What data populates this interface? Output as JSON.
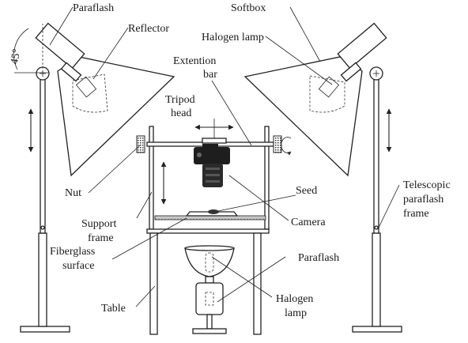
{
  "labels": {
    "paraflash_top_left": "Paraflash",
    "reflector": "Reflector",
    "softbox": "Softbox",
    "halogen_lamp_top": "Halogen lamp",
    "extention_bar_1": "Extention",
    "extention_bar_2": "bar",
    "tripod_head_1": "Tripod",
    "tripod_head_2": "head",
    "angle": "45°",
    "nut": "Nut",
    "seed": "Seed",
    "telescopic_1": "Telescopic",
    "telescopic_2": "paraflash",
    "telescopic_3": "frame",
    "support_frame_1": "Support",
    "support_frame_2": "frame",
    "camera": "Camera",
    "fiberglass_1": "Fiberglass",
    "fiberglass_2": "surface",
    "paraflash_bottom": "Paraflash",
    "table": "Table",
    "halogen_lamp_bottom_1": "Halogen",
    "halogen_lamp_bottom_2": "lamp"
  },
  "colors": {
    "line": "#222222",
    "surface_fill": "#c8c8c8",
    "camera_fill": "#1e1e1e",
    "background": "#ffffff"
  }
}
